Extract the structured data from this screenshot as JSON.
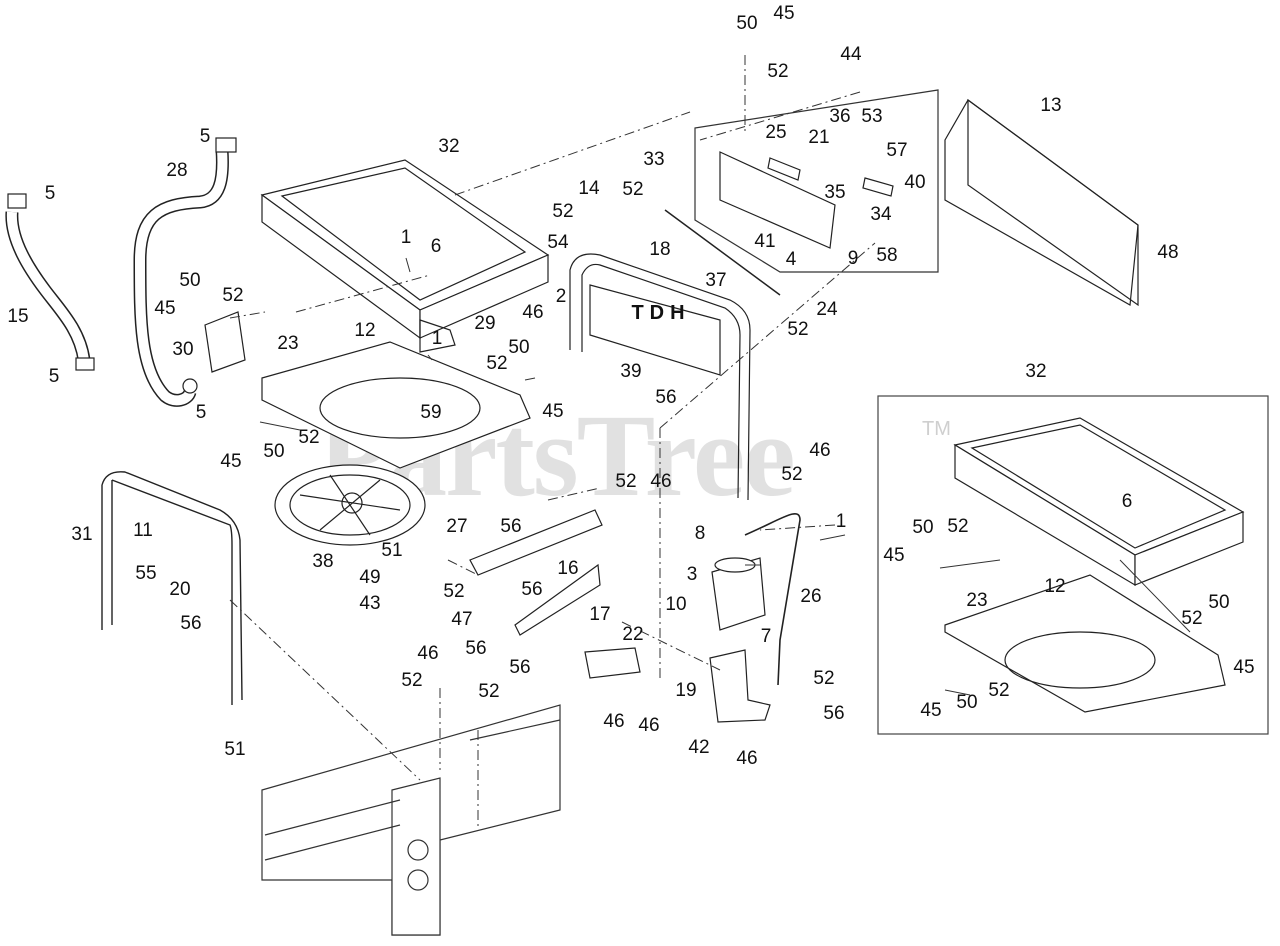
{
  "watermark": {
    "brand": "PartsTree",
    "trademark": "TM"
  },
  "tdh_text": "TDH",
  "callouts": [
    {
      "id": "c50a",
      "text": "50"
    },
    {
      "id": "c45a",
      "text": "45"
    },
    {
      "id": "c44",
      "text": "44"
    },
    {
      "id": "c52a",
      "text": "52"
    },
    {
      "id": "c13",
      "text": "13"
    },
    {
      "id": "c25",
      "text": "25"
    },
    {
      "id": "c21",
      "text": "21"
    },
    {
      "id": "c36",
      "text": "36"
    },
    {
      "id": "c53",
      "text": "53"
    },
    {
      "id": "c57",
      "text": "57"
    },
    {
      "id": "c32a",
      "text": "32"
    },
    {
      "id": "c33",
      "text": "33"
    },
    {
      "id": "c40",
      "text": "40"
    },
    {
      "id": "c35",
      "text": "35"
    },
    {
      "id": "c14",
      "text": "14"
    },
    {
      "id": "c52b",
      "text": "52"
    },
    {
      "id": "c5a",
      "text": "5"
    },
    {
      "id": "c28",
      "text": "28"
    },
    {
      "id": "c34",
      "text": "34"
    },
    {
      "id": "c5b",
      "text": "5"
    },
    {
      "id": "c52c",
      "text": "52"
    },
    {
      "id": "c41",
      "text": "41"
    },
    {
      "id": "c48",
      "text": "48"
    },
    {
      "id": "c54",
      "text": "54"
    },
    {
      "id": "c18",
      "text": "18"
    },
    {
      "id": "c1a",
      "text": "1"
    },
    {
      "id": "c6a",
      "text": "6"
    },
    {
      "id": "c4",
      "text": "4"
    },
    {
      "id": "c9",
      "text": "9"
    },
    {
      "id": "c58",
      "text": "58"
    },
    {
      "id": "c37",
      "text": "37"
    },
    {
      "id": "c24",
      "text": "24"
    },
    {
      "id": "c50b",
      "text": "50"
    },
    {
      "id": "c52d",
      "text": "52"
    },
    {
      "id": "c15",
      "text": "15"
    },
    {
      "id": "c45b",
      "text": "45"
    },
    {
      "id": "c2",
      "text": "2"
    },
    {
      "id": "c46a",
      "text": "46"
    },
    {
      "id": "c52e",
      "text": "52"
    },
    {
      "id": "c12a",
      "text": "12"
    },
    {
      "id": "c29",
      "text": "29"
    },
    {
      "id": "c30",
      "text": "30"
    },
    {
      "id": "c1b",
      "text": "1"
    },
    {
      "id": "c23a",
      "text": "23"
    },
    {
      "id": "c5c",
      "text": "5"
    },
    {
      "id": "c52f",
      "text": "52"
    },
    {
      "id": "c50c",
      "text": "50"
    },
    {
      "id": "c39",
      "text": "39"
    },
    {
      "id": "c56a",
      "text": "56"
    },
    {
      "id": "c5d",
      "text": "5"
    },
    {
      "id": "c45c",
      "text": "45"
    },
    {
      "id": "c32b",
      "text": "32"
    },
    {
      "id": "c59",
      "text": "59"
    },
    {
      "id": "c52g",
      "text": "52"
    },
    {
      "id": "c45d",
      "text": "45"
    },
    {
      "id": "c50d",
      "text": "50"
    },
    {
      "id": "c46b",
      "text": "46"
    },
    {
      "id": "c52h",
      "text": "52"
    },
    {
      "id": "c52i",
      "text": "52"
    },
    {
      "id": "c46c",
      "text": "46"
    },
    {
      "id": "c6b",
      "text": "6"
    },
    {
      "id": "c31",
      "text": "31"
    },
    {
      "id": "c11",
      "text": "11"
    },
    {
      "id": "c27",
      "text": "27"
    },
    {
      "id": "c56b",
      "text": "56"
    },
    {
      "id": "c50e",
      "text": "50"
    },
    {
      "id": "c52j",
      "text": "52"
    },
    {
      "id": "c1c",
      "text": "1"
    },
    {
      "id": "c45e",
      "text": "45"
    },
    {
      "id": "c51a",
      "text": "51"
    },
    {
      "id": "c8",
      "text": "8"
    },
    {
      "id": "c55",
      "text": "55"
    },
    {
      "id": "c38",
      "text": "38"
    },
    {
      "id": "c12b",
      "text": "12"
    },
    {
      "id": "c20",
      "text": "20"
    },
    {
      "id": "c49",
      "text": "49"
    },
    {
      "id": "c16",
      "text": "16"
    },
    {
      "id": "c3",
      "text": "3"
    },
    {
      "id": "c26",
      "text": "26"
    },
    {
      "id": "c23b",
      "text": "23"
    },
    {
      "id": "c43",
      "text": "43"
    },
    {
      "id": "c52k",
      "text": "52"
    },
    {
      "id": "c56c",
      "text": "56"
    },
    {
      "id": "c50f",
      "text": "50"
    },
    {
      "id": "c56d",
      "text": "56"
    },
    {
      "id": "c47",
      "text": "47"
    },
    {
      "id": "c17",
      "text": "17"
    },
    {
      "id": "c10",
      "text": "10"
    },
    {
      "id": "c52l",
      "text": "52"
    },
    {
      "id": "c45f",
      "text": "45"
    },
    {
      "id": "c7",
      "text": "7"
    },
    {
      "id": "c56e",
      "text": "56"
    },
    {
      "id": "c22",
      "text": "22"
    },
    {
      "id": "c46d",
      "text": "46"
    },
    {
      "id": "c56f",
      "text": "56"
    },
    {
      "id": "c52m",
      "text": "52"
    },
    {
      "id": "c52n",
      "text": "52"
    },
    {
      "id": "c19",
      "text": "19"
    },
    {
      "id": "c45g",
      "text": "45"
    },
    {
      "id": "c50g",
      "text": "50"
    },
    {
      "id": "c52o",
      "text": "52"
    },
    {
      "id": "c52p",
      "text": "52"
    },
    {
      "id": "c46e",
      "text": "46"
    },
    {
      "id": "c46f",
      "text": "46"
    },
    {
      "id": "c56g",
      "text": "56"
    },
    {
      "id": "c51b",
      "text": "51"
    },
    {
      "id": "c42",
      "text": "42"
    },
    {
      "id": "c46g",
      "text": "46"
    }
  ]
}
